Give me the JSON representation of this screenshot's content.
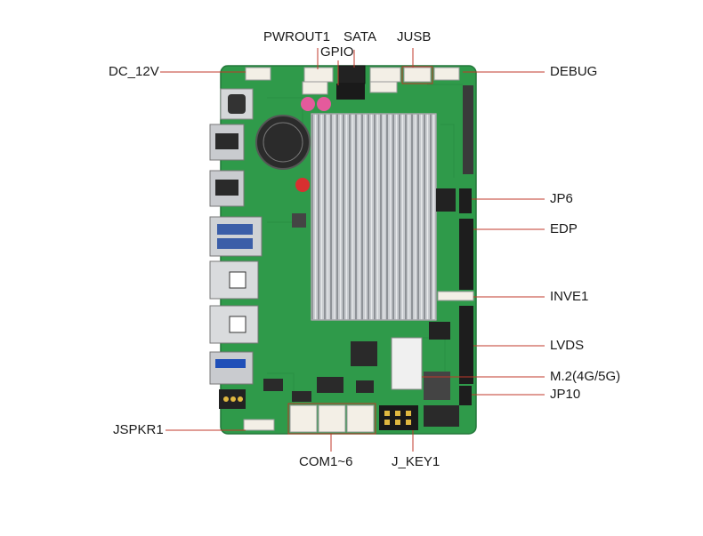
{
  "labels": {
    "pwrout1": "PWROUT1",
    "sata": "SATA",
    "gpio": "GPIO",
    "jusb": "JUSB",
    "dc_12v": "DC_12V",
    "debug": "DEBUG",
    "jp6": "JP6",
    "edp": "EDP",
    "inve1": "INVE1",
    "lvds": "LVDS",
    "m2": "M.2(4G/5G)",
    "jp10": "JP10",
    "jspkr1": "JSPKR1",
    "com1_6": "COM1~6",
    "j_key1": "J_KEY1"
  },
  "colors": {
    "leader_line": "#c0392b",
    "pcb": "#2f9a4a",
    "heatsink": "#b9bcc0"
  }
}
